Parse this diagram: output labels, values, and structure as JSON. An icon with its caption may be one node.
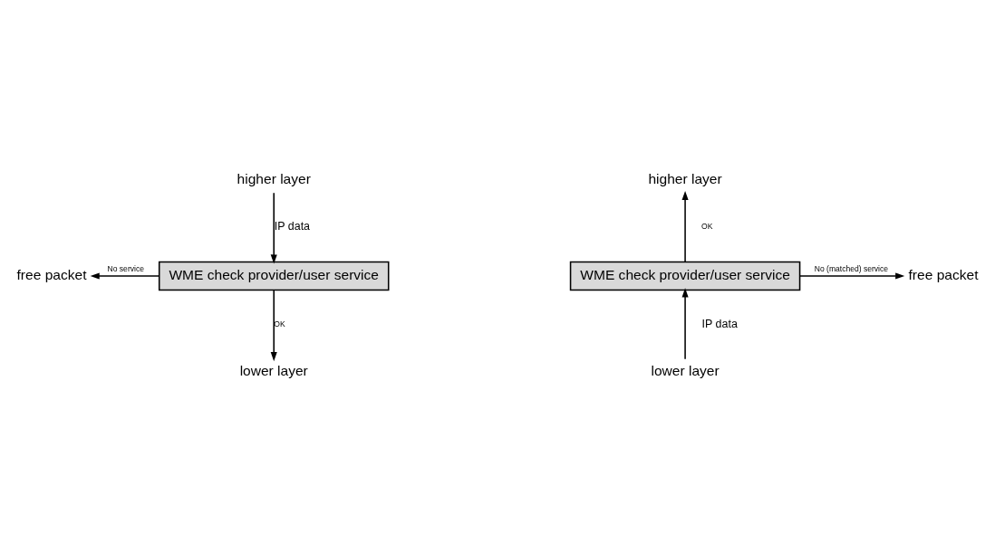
{
  "diagram": {
    "nodes": [
      {
        "text": [
          "higher layer"
        ]
      },
      {
        "text": [
          "WME check provider/user service"
        ]
      },
      {
        "text": [
          "free packet"
        ]
      },
      {
        "text": [
          "lower layer"
        ]
      },
      {
        "text": [
          "higher layer"
        ]
      },
      {
        "text": [
          "WME check provider/user service"
        ]
      },
      {
        "text": [
          "free packet"
        ]
      },
      {
        "text": [
          "lower layer"
        ]
      }
    ],
    "edges": [
      {
        "from": 0,
        "to": 1,
        "arrow": "to",
        "label": "IP data"
      },
      {
        "from": 1,
        "to": 2,
        "arrow": "to",
        "label": "No service"
      },
      {
        "from": 1,
        "to": 3,
        "arrow": "to",
        "label": "OK"
      },
      {
        "from": 5,
        "to": 4,
        "arrow": "to",
        "label": "OK"
      },
      {
        "from": 5,
        "to": 6,
        "arrow": "to",
        "label": "No (matched) service"
      },
      {
        "from": 7,
        "to": 5,
        "arrow": "to",
        "label": "IP data"
      }
    ]
  }
}
